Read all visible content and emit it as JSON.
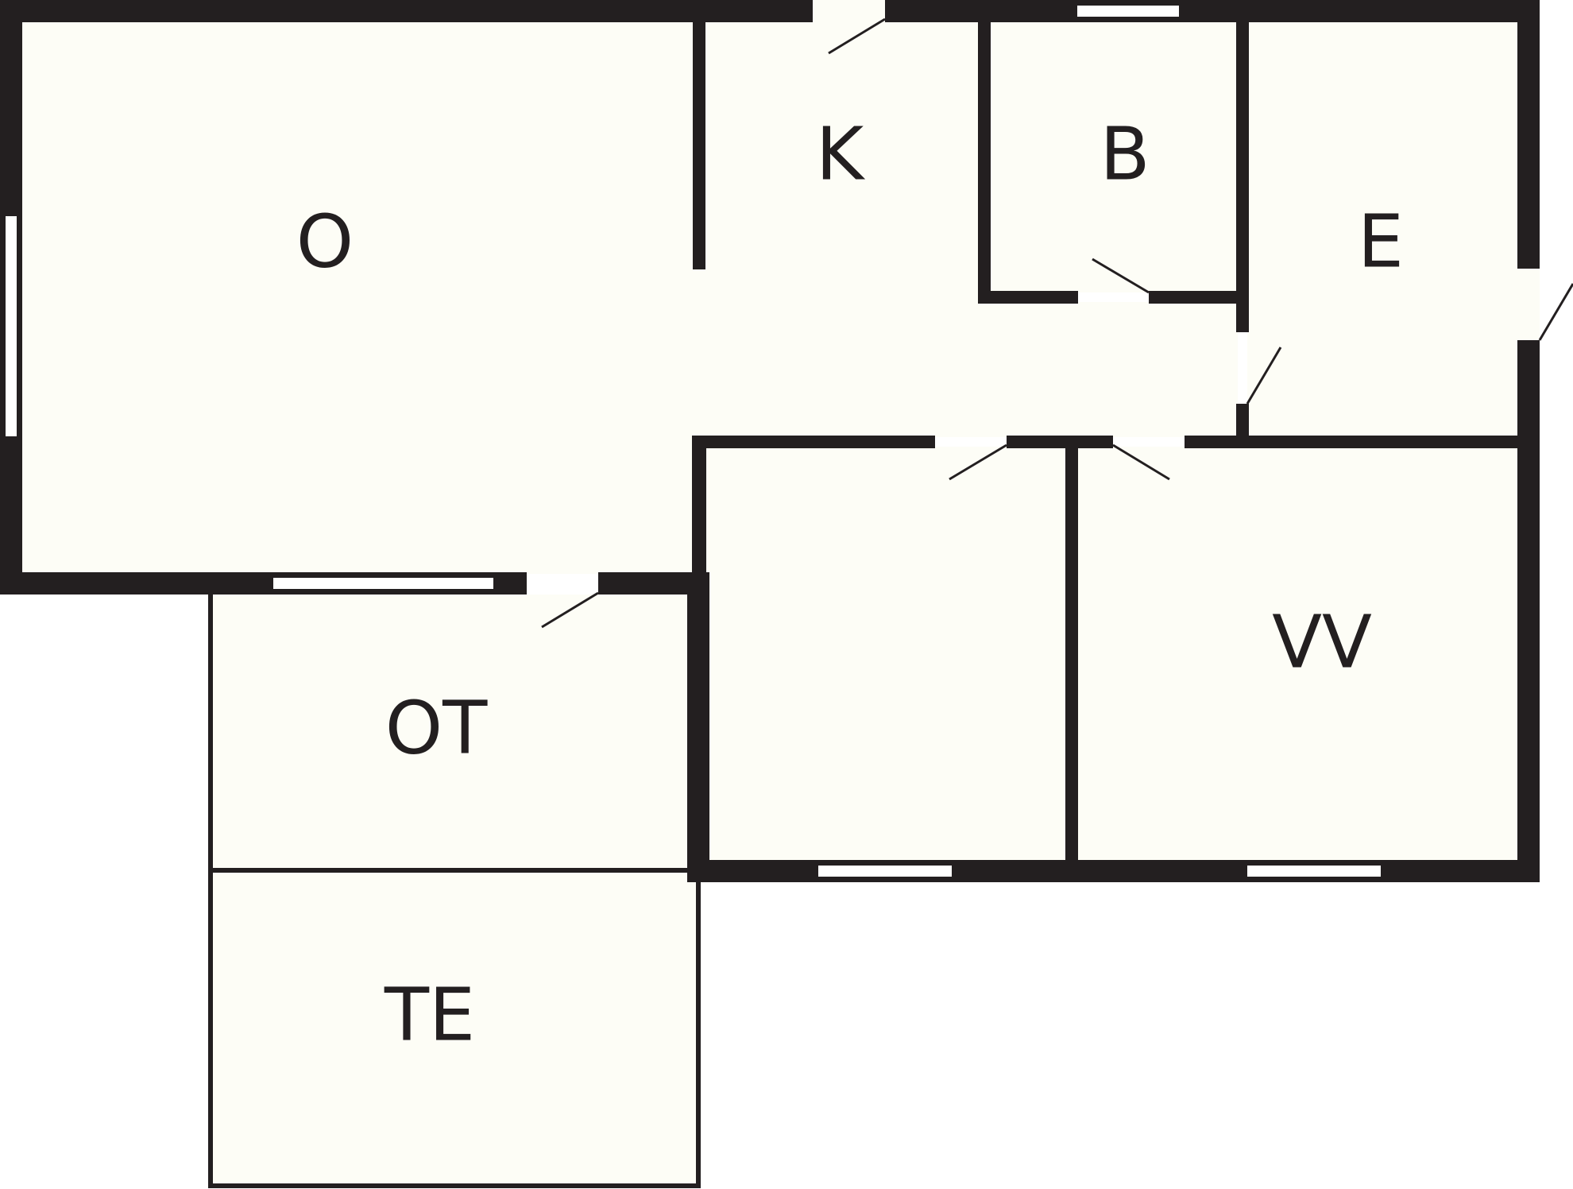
{
  "floorplan": {
    "rooms": {
      "o": "O",
      "k": "K",
      "b": "B",
      "e": "E",
      "vv": "VV",
      "ot": "OT",
      "te": "TE"
    }
  },
  "colors": {
    "wall": "#231f20",
    "floor": "#fdfdf6",
    "background": "#ffffff"
  }
}
